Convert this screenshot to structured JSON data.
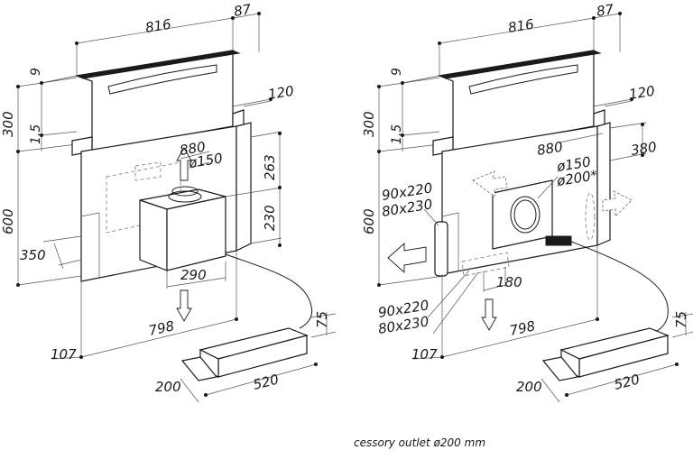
{
  "left_view": {
    "dims": {
      "width_top": "816",
      "depth_top": "87",
      "glass_thickness": "9",
      "rise_height": "300",
      "frame_thickness": "1.5",
      "side_depth": "120",
      "body_width": "880",
      "outlet_diameter": "ø150",
      "upper_offset": "263",
      "lower_offset": "230",
      "body_height": "600",
      "side_offset": "350",
      "motor_width": "290",
      "bottom_width": "798",
      "bottom_depth": "107",
      "unit_height": "75",
      "unit_depth": "200",
      "unit_length": "520"
    }
  },
  "right_view": {
    "dims": {
      "width_top": "816",
      "depth_top": "87",
      "glass_thickness": "9",
      "rise_height": "300",
      "frame_thickness": "1.5",
      "side_depth": "120",
      "side_depth_2": "380",
      "body_width": "880",
      "outlet_diameter": "ø150",
      "outlet_diameter_alt": "ø200*",
      "side_outlet_a": "90x220",
      "side_outlet_b": "80x230",
      "body_height": "600",
      "bottom_outlet_a": "90x220",
      "bottom_outlet_b": "80x230",
      "bottom_offset": "180",
      "bottom_width": "798",
      "bottom_depth": "107",
      "unit_height": "75",
      "unit_depth": "200",
      "unit_length": "520"
    }
  },
  "caption": "cessory outlet ø200 mm"
}
